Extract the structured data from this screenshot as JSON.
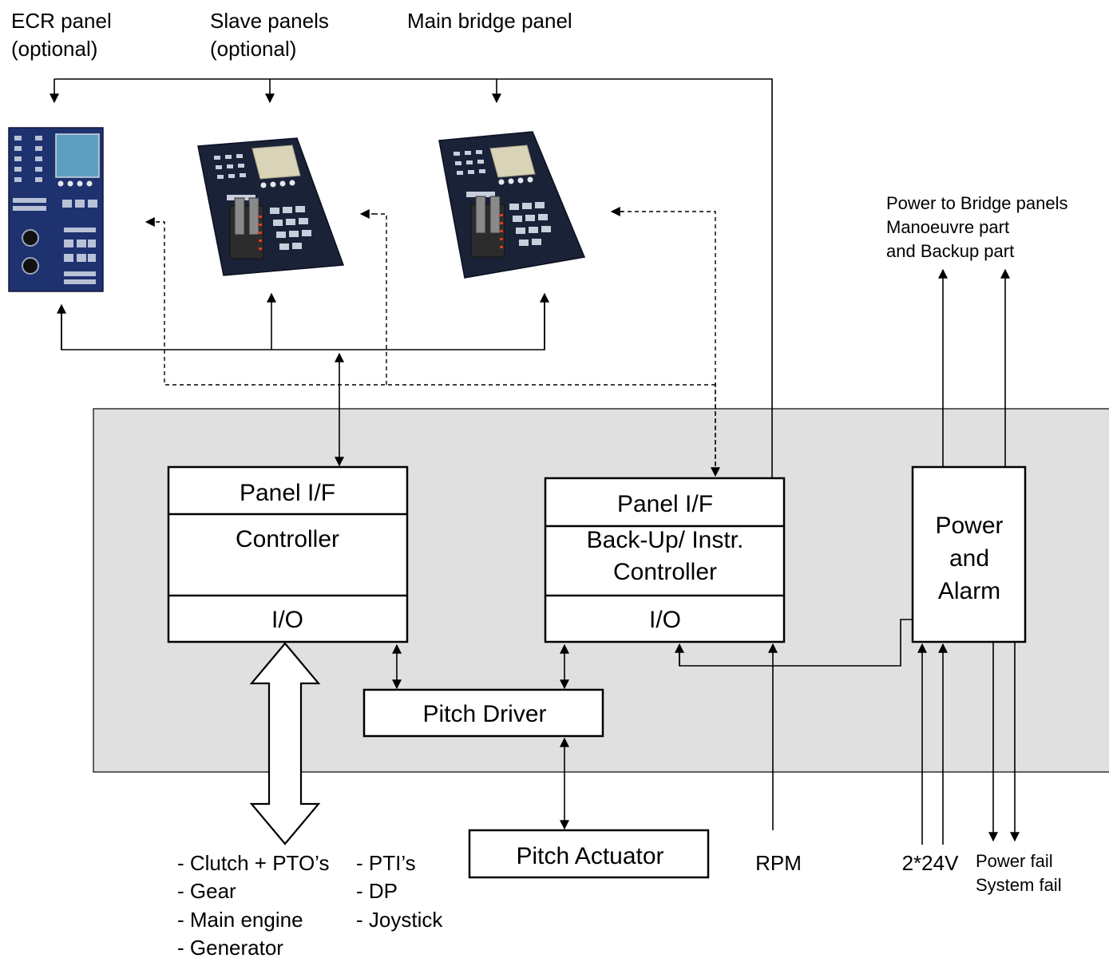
{
  "labels": {
    "ecr_panel": [
      "ECR panel",
      "(optional)"
    ],
    "slave_panels": [
      "Slave panels",
      "(optional)"
    ],
    "main_bridge_panel": "Main bridge panel",
    "power_to_bridge": [
      "Power to Bridge panels",
      "Manoeuvre part",
      "and Backup part"
    ],
    "rpm": "RPM",
    "supply": "2*24V",
    "fail_outputs": [
      "Power fail",
      "System fail"
    ]
  },
  "controller": {
    "panel_if": "Panel I/F",
    "name": "Controller",
    "io": "I/O"
  },
  "backup_controller": {
    "panel_if": "Panel I/F",
    "name": [
      "Back-Up/ Instr.",
      "Controller"
    ],
    "io": "I/O"
  },
  "power_alarm": [
    "Power",
    "and",
    "Alarm"
  ],
  "pitch_driver": "Pitch Driver",
  "pitch_actuator": "Pitch Actuator",
  "io_signals_left": [
    "- Clutch + PTO’s",
    "- Gear",
    "- Main engine",
    "- Generator"
  ],
  "io_signals_right": [
    "- PTI’s",
    "- DP",
    "- Joystick"
  ],
  "colors": {
    "cabinet": "#e0e0e0",
    "panel_dark": "#1a2238",
    "panel_blue": "#1e3270",
    "screen": "#d9d3b8"
  }
}
